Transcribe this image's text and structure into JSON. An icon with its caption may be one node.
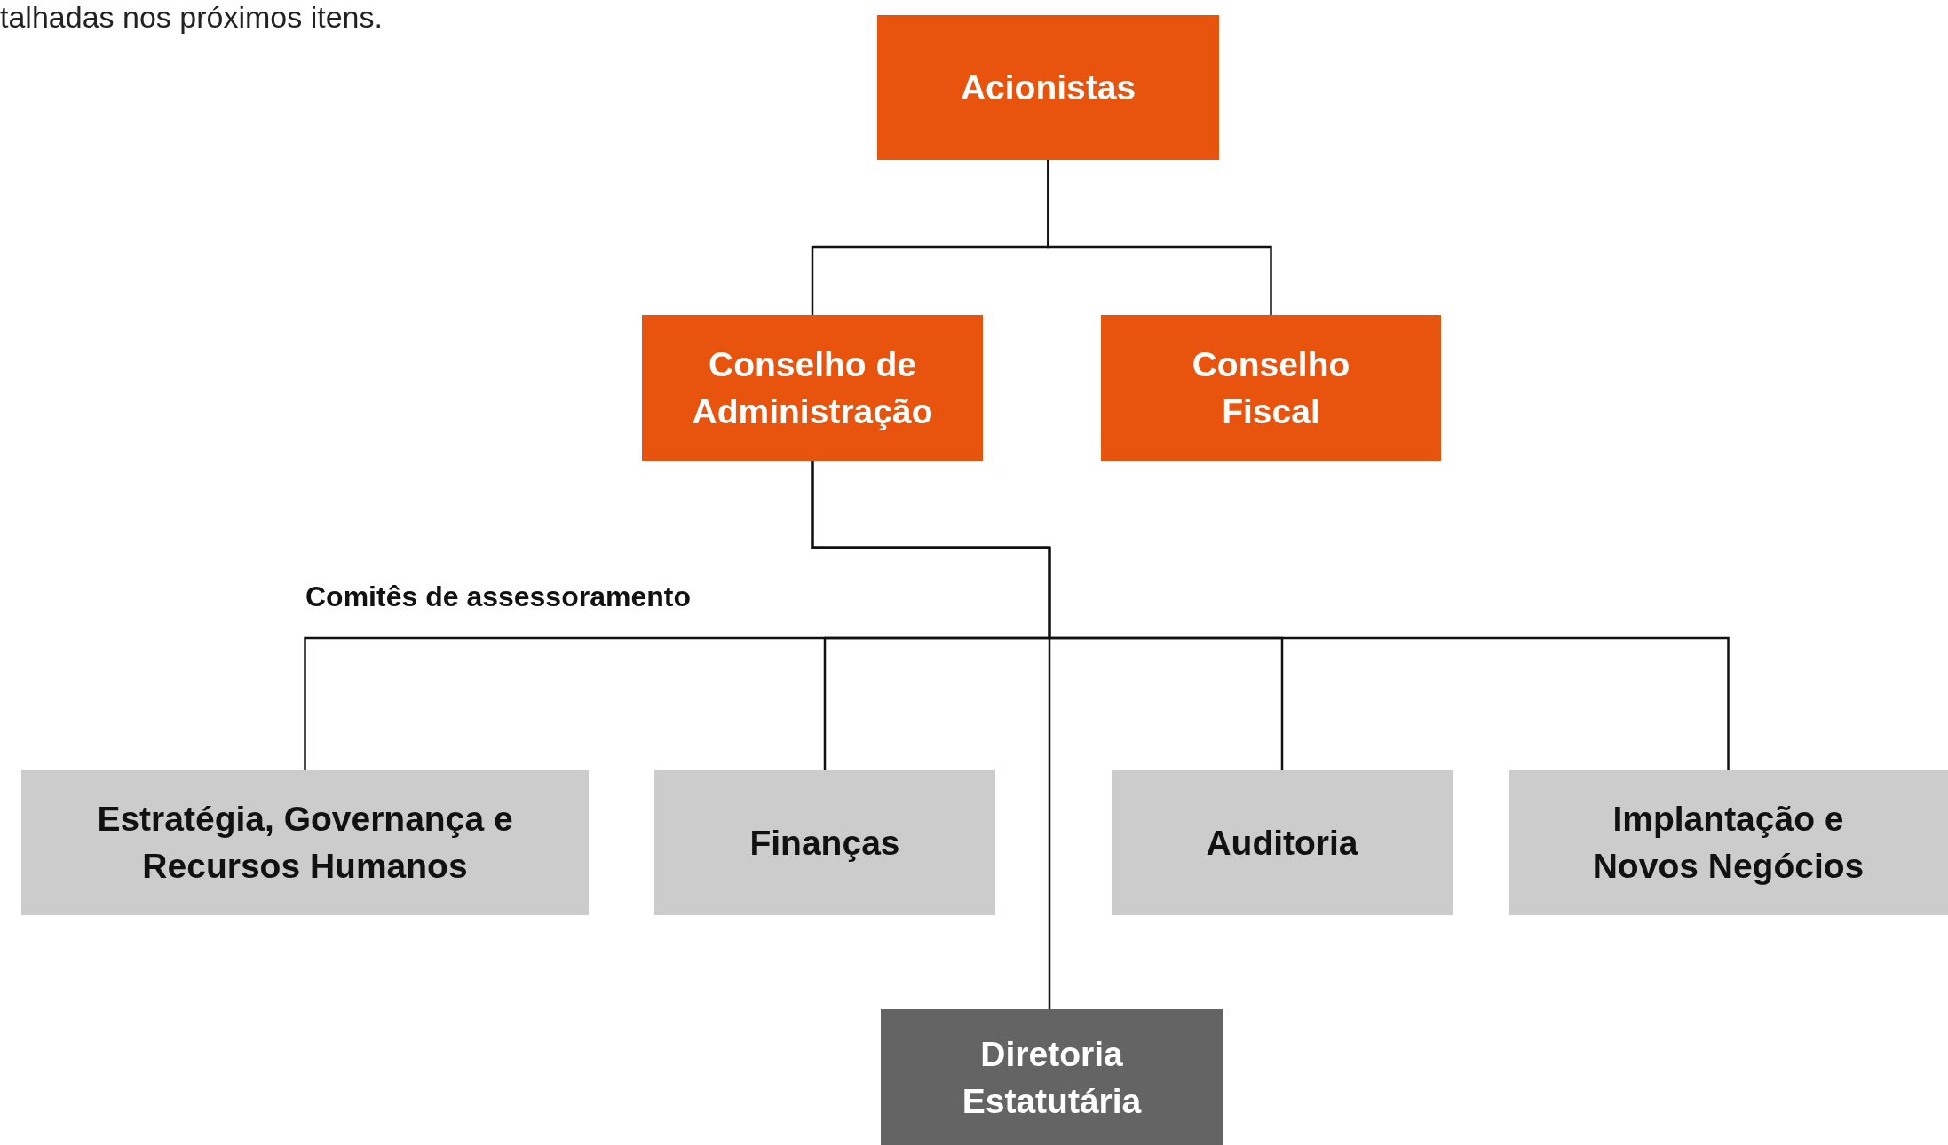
{
  "diagram": {
    "nodes": [
      {
        "text": [
          "Acionistas"
        ]
      },
      {
        "text": [
          "Conselho de Administração"
        ]
      },
      {
        "text": [
          "Conselho Fiscal"
        ]
      },
      {
        "text": [
          "Estratégia, Governança e Recursos Humanos"
        ]
      },
      {
        "text": [
          "Finanças"
        ]
      },
      {
        "text": [
          "Auditoria"
        ]
      },
      {
        "text": [
          "Implantação e Novos Negócios"
        ]
      },
      {
        "text": [
          "Diretoria Estatutária"
        ]
      }
    ],
    "edges": [
      {
        "from": 0,
        "to": 1,
        "arrow": "none"
      },
      {
        "from": 0,
        "to": 2,
        "arrow": "none"
      },
      {
        "from": 1,
        "to": 3,
        "arrow": "none"
      },
      {
        "from": 1,
        "to": 4,
        "arrow": "none"
      },
      {
        "from": 1,
        "to": 5,
        "arrow": "none"
      },
      {
        "from": 1,
        "to": 6,
        "arrow": "none"
      },
      {
        "from": 1,
        "to": 7,
        "arrow": "none"
      }
    ],
    "labels": [
      "talhadas nos próximos itens.",
      "Comitês de assessoramento"
    ]
  }
}
